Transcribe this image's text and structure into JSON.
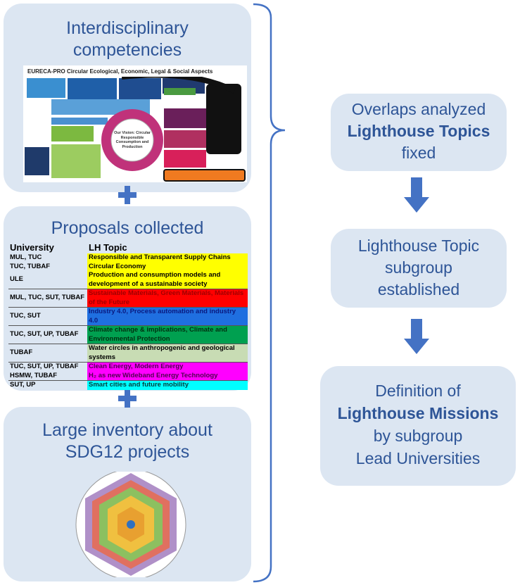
{
  "left": {
    "box1": {
      "title_line1": "Interdisciplinary",
      "title_line2": "competencies",
      "figure_caption": "EURECA-PRO Circular Ecological, Economic, Legal & Social Aspects",
      "figure_center": "Our Vision: Circular Responsible Consumption and Production"
    },
    "box2": {
      "title": "Proposals collected",
      "headers": [
        "University",
        "LH Topic"
      ],
      "rows": [
        {
          "university": "MUL, TUC",
          "topic": "Responsible and Transparent Supply Chains",
          "color": "#ffff00",
          "text_color": "#000000"
        },
        {
          "university": "TUC, TUBAF",
          "topic": "Circular Economy",
          "color": "#ffff00",
          "text_color": "#000000"
        },
        {
          "university": "ULE",
          "topic": "Production and consumption models and development of a sustainable society",
          "color": "#ffff00",
          "text_color": "#000000"
        },
        {
          "university": "MUL, TUC, SUT, TUBAF",
          "topic": "Sustainable Materials, Green Materials, Materials of the Future",
          "color": "#ff0000",
          "text_color": "#a00000"
        },
        {
          "university": "TUC, SUT",
          "topic": "Industry 4.0, Process automation and industry 4.0",
          "color": "#1f6fe0",
          "text_color": "#0a1a80"
        },
        {
          "university": "TUC, SUT, UP, TUBAF",
          "topic": "Climate change & implications,  Climate and Environmental Protection",
          "color": "#00a050",
          "text_color": "#003010"
        },
        {
          "university": "TUBAF",
          "topic": "Water circles in anthropogenic and geological systems",
          "color": "#c8dcb4",
          "text_color": "#000000"
        },
        {
          "university": "TUC, SUT, UP, TUBAF",
          "topic": "Clean Energy, Modern Energy",
          "color": "#ff00ff",
          "text_color": "#500050"
        },
        {
          "university": "HSMW, TUBAF",
          "topic": "H₂ as new Wideband Energy Technology",
          "color": "#ff00ff",
          "text_color": "#500050"
        },
        {
          "university": "SUT, UP",
          "topic": "Smart cities and future mobility",
          "color": "#00ffff",
          "text_color": "#004040"
        }
      ]
    },
    "box3": {
      "title_line1": "Large inventory about",
      "title_line2": "SDG12 projects"
    }
  },
  "right": {
    "box1": {
      "line1": "Overlaps analyzed",
      "line2": "Lighthouse Topics",
      "line3": "fixed"
    },
    "box2": {
      "line1": "Lighthouse Topic",
      "line2": "subgroup",
      "line3": "established"
    },
    "box3": {
      "line1": "Definition of",
      "line2": "Lighthouse Missions",
      "line3": "by subgroup",
      "line4": "Lead Universities"
    }
  },
  "colors": {
    "box": "#dce6f2",
    "text": "#2e5597",
    "accent": "#4472c4"
  }
}
